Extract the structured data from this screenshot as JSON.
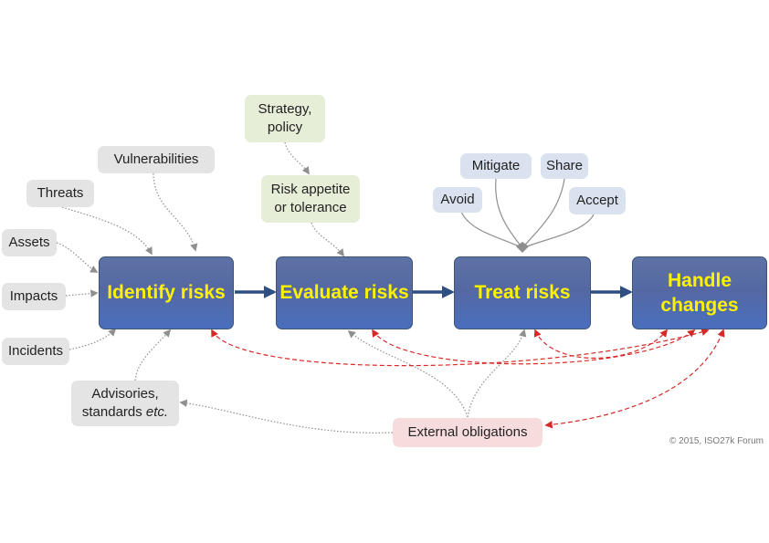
{
  "process_boxes": {
    "identify": "Identify risks",
    "evaluate": "Evaluate risks",
    "treat": "Treat risks",
    "handle_line1": "Handle",
    "handle_line2": "changes"
  },
  "inputs": {
    "vulnerabilities": "Vulnerabilities",
    "threats": "Threats",
    "assets": "Assets",
    "impacts": "Impacts",
    "incidents": "Incidents",
    "advisories_line1": "Advisories,",
    "advisories_line2_prefix": "standards ",
    "advisories_line2_italic": "etc."
  },
  "evaluation_inputs": {
    "strategy_line1": "Strategy,",
    "strategy_line2": "policy",
    "appetite_line1": "Risk appetite",
    "appetite_line2": "or tolerance"
  },
  "treatment_options": {
    "mitigate": "Mitigate",
    "share": "Share",
    "avoid": "Avoid",
    "accept": "Accept"
  },
  "external": "External obligations",
  "copyright": "© 2015, ISO27k Forum",
  "colors": {
    "process_fill": "#5568a2",
    "process_text": "#fff200",
    "main_arrow": "#2e4f82",
    "feedback_arrow": "#d42a2a",
    "grey_arrow": "#8f8f8f",
    "input_tag": "#e4e4e4",
    "strategy_tag": "#e6eed7",
    "option_tag": "#d9e2ee",
    "external_tag": "#f6dcdd"
  }
}
